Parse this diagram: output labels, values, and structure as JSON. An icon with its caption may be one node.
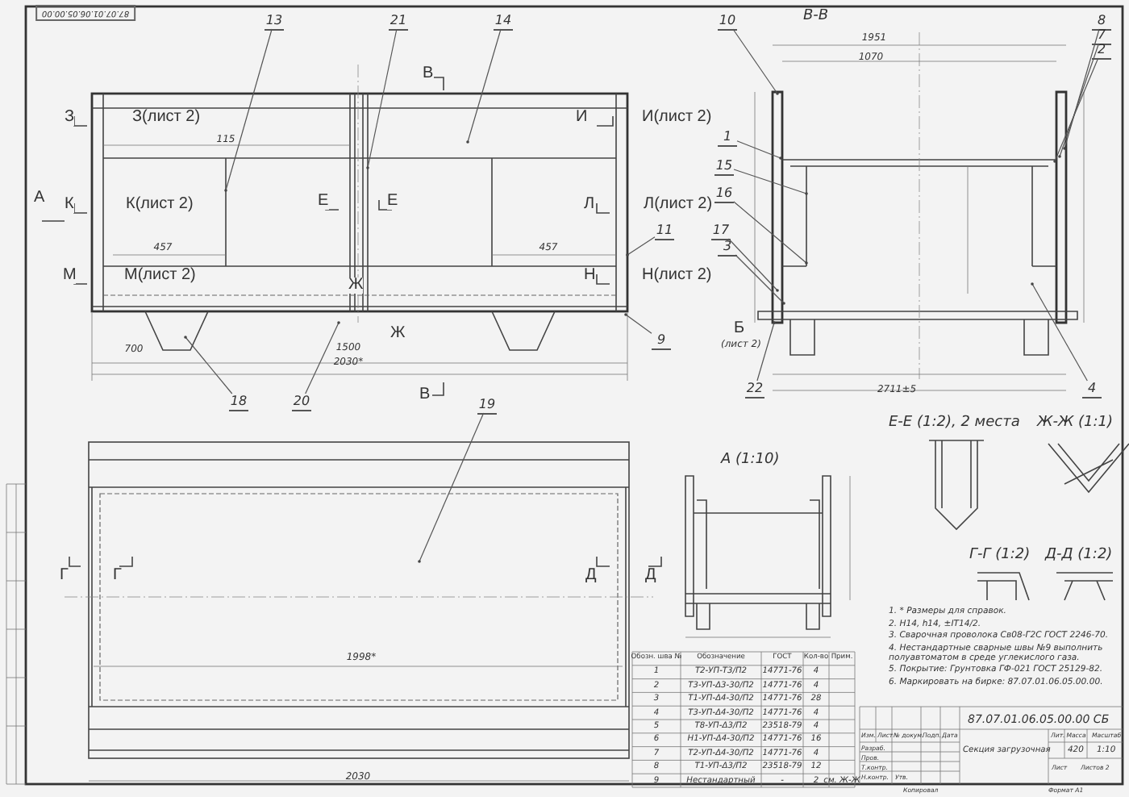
{
  "diagram": {
    "title": "Секция загрузочная",
    "nodes": [
      {
        "text": [
          "13"
        ]
      },
      {
        "text": [
          "21"
        ]
      },
      {
        "text": [
          "14"
        ]
      },
      {
        "text": [
          "11"
        ]
      },
      {
        "text": [
          "9"
        ]
      },
      {
        "text": [
          "18"
        ]
      },
      {
        "text": [
          "20"
        ]
      },
      {
        "text": [
          "19"
        ]
      },
      {
        "text": [
          "10"
        ]
      },
      {
        "text": [
          "8"
        ]
      },
      {
        "text": [
          "7"
        ]
      },
      {
        "text": [
          "2"
        ]
      },
      {
        "text": [
          "1"
        ]
      },
      {
        "text": [
          "15"
        ]
      },
      {
        "text": [
          "16"
        ]
      },
      {
        "text": [
          "17"
        ]
      },
      {
        "text": [
          "3"
        ]
      },
      {
        "text": [
          "22"
        ]
      },
      {
        "text": [
          "4"
        ]
      },
      {
        "text": [],
        "shape": "picture"
      },
      {
        "text": [],
        "shape": "picture"
      },
      {
        "text": [],
        "shape": "picture"
      }
    ],
    "edges": [
      {
        "from": 0,
        "to": 19,
        "arrow": "none"
      },
      {
        "from": 1,
        "to": 19,
        "arrow": "none"
      },
      {
        "from": 2,
        "to": 19,
        "arrow": "none"
      },
      {
        "from": 3,
        "to": 19,
        "arrow": "none"
      },
      {
        "from": 4,
        "to": 19,
        "arrow": "none"
      },
      {
        "from": 5,
        "to": 19,
        "arrow": "none"
      },
      {
        "from": 6,
        "to": 19,
        "arrow": "none"
      },
      {
        "from": 7,
        "to": 21,
        "arrow": "none"
      },
      {
        "from": 8,
        "to": 20,
        "arrow": "none"
      },
      {
        "from": 9,
        "to": 20,
        "arrow": "none"
      },
      {
        "from": 10,
        "to": 20,
        "arrow": "none"
      },
      {
        "from": 11,
        "to": 20,
        "arrow": "none"
      },
      {
        "from": 12,
        "to": 20,
        "arrow": "none"
      },
      {
        "from": 13,
        "to": 20,
        "arrow": "none"
      },
      {
        "from": 14,
        "to": 20,
        "arrow": "none"
      },
      {
        "from": 15,
        "to": 20,
        "arrow": "none"
      },
      {
        "from": 16,
        "to": 20,
        "arrow": "none"
      },
      {
        "from": 17,
        "to": 20,
        "arrow": "none"
      },
      {
        "from": 18,
        "to": 20,
        "arrow": "none"
      }
    ],
    "labels": [
      "В",
      "З",
      "З(лист 2)",
      "И",
      "И(лист 2)",
      "А",
      "К",
      "К(лист 2)",
      "Е",
      "Е",
      "Л",
      "Л(лист 2)",
      "М",
      "М(лист 2)",
      "Н",
      "Н(лист 2)",
      "Ж",
      "Ж",
      "115",
      "457",
      "457",
      "700",
      "1500",
      "2030*",
      "В",
      "В-В",
      "1951",
      "1070",
      "Б",
      "(лист 2)",
      "2711±5",
      "Г",
      "Г",
      "Д",
      "Д",
      "1998*",
      "2030",
      "А (1:10)",
      "Е-Е (1:2), 2 места",
      "Ж-Ж (1:1)",
      "Г-Г (1:2)",
      "Д-Д (1:2)",
      "1. * Размеры для справок.",
      "2. H14, h14, ±IT14/2.",
      "3. Сварочная проволока Св08-Г2С ГОСТ 2246-70.",
      "4. Нестандартные сварные швы №9 выполнить полуавтоматом в среде углекислого газа.",
      "5. Покрытие: Грунтовка ГФ-021 ГОСТ 25129-82.",
      "6. Маркировать на бирке: 87.07.01.06.05.00.00.",
      "Обозн. шва №",
      "Обозначение",
      "ГОСТ",
      "Кол-во",
      "Прим.",
      "1",
      "Т2-УП-Т3/П2",
      "14771-76",
      "4",
      "2",
      "Т3-УП-Δ3-30/П2",
      "14771-76",
      "4",
      "3",
      "Т1-УП-Δ4-30/П2",
      "14771-76",
      "28",
      "4",
      "Т3-УП-Δ4-30/П2",
      "14771-76",
      "4",
      "5",
      "Т8-УП-Δ3/П2",
      "23518-79",
      "4",
      "6",
      "Н1-УП-Δ4-30/П2",
      "14771-76",
      "16",
      "7",
      "Т2-УП-Δ4-30/П2",
      "14771-76",
      "4",
      "8",
      "Т1-УП-Δ3/П2",
      "23518-79",
      "12",
      "9",
      "Нестандартный",
      "-",
      "2",
      "см. Ж-Ж",
      "87.07.01.06.05.00.00 СБ",
      "Изм.",
      "Лист",
      "№ докум.",
      "Подп.",
      "Дата",
      "Разраб.",
      "Пров.",
      "Т.контр.",
      "Н.контр.",
      "Утв.",
      "Лит.",
      "Масса",
      "Масштаб",
      "420",
      "1:10",
      "Лист",
      "Листов 2",
      "Копировал",
      "Формат А1",
      "87.07.01.06.05.00.00"
    ]
  }
}
